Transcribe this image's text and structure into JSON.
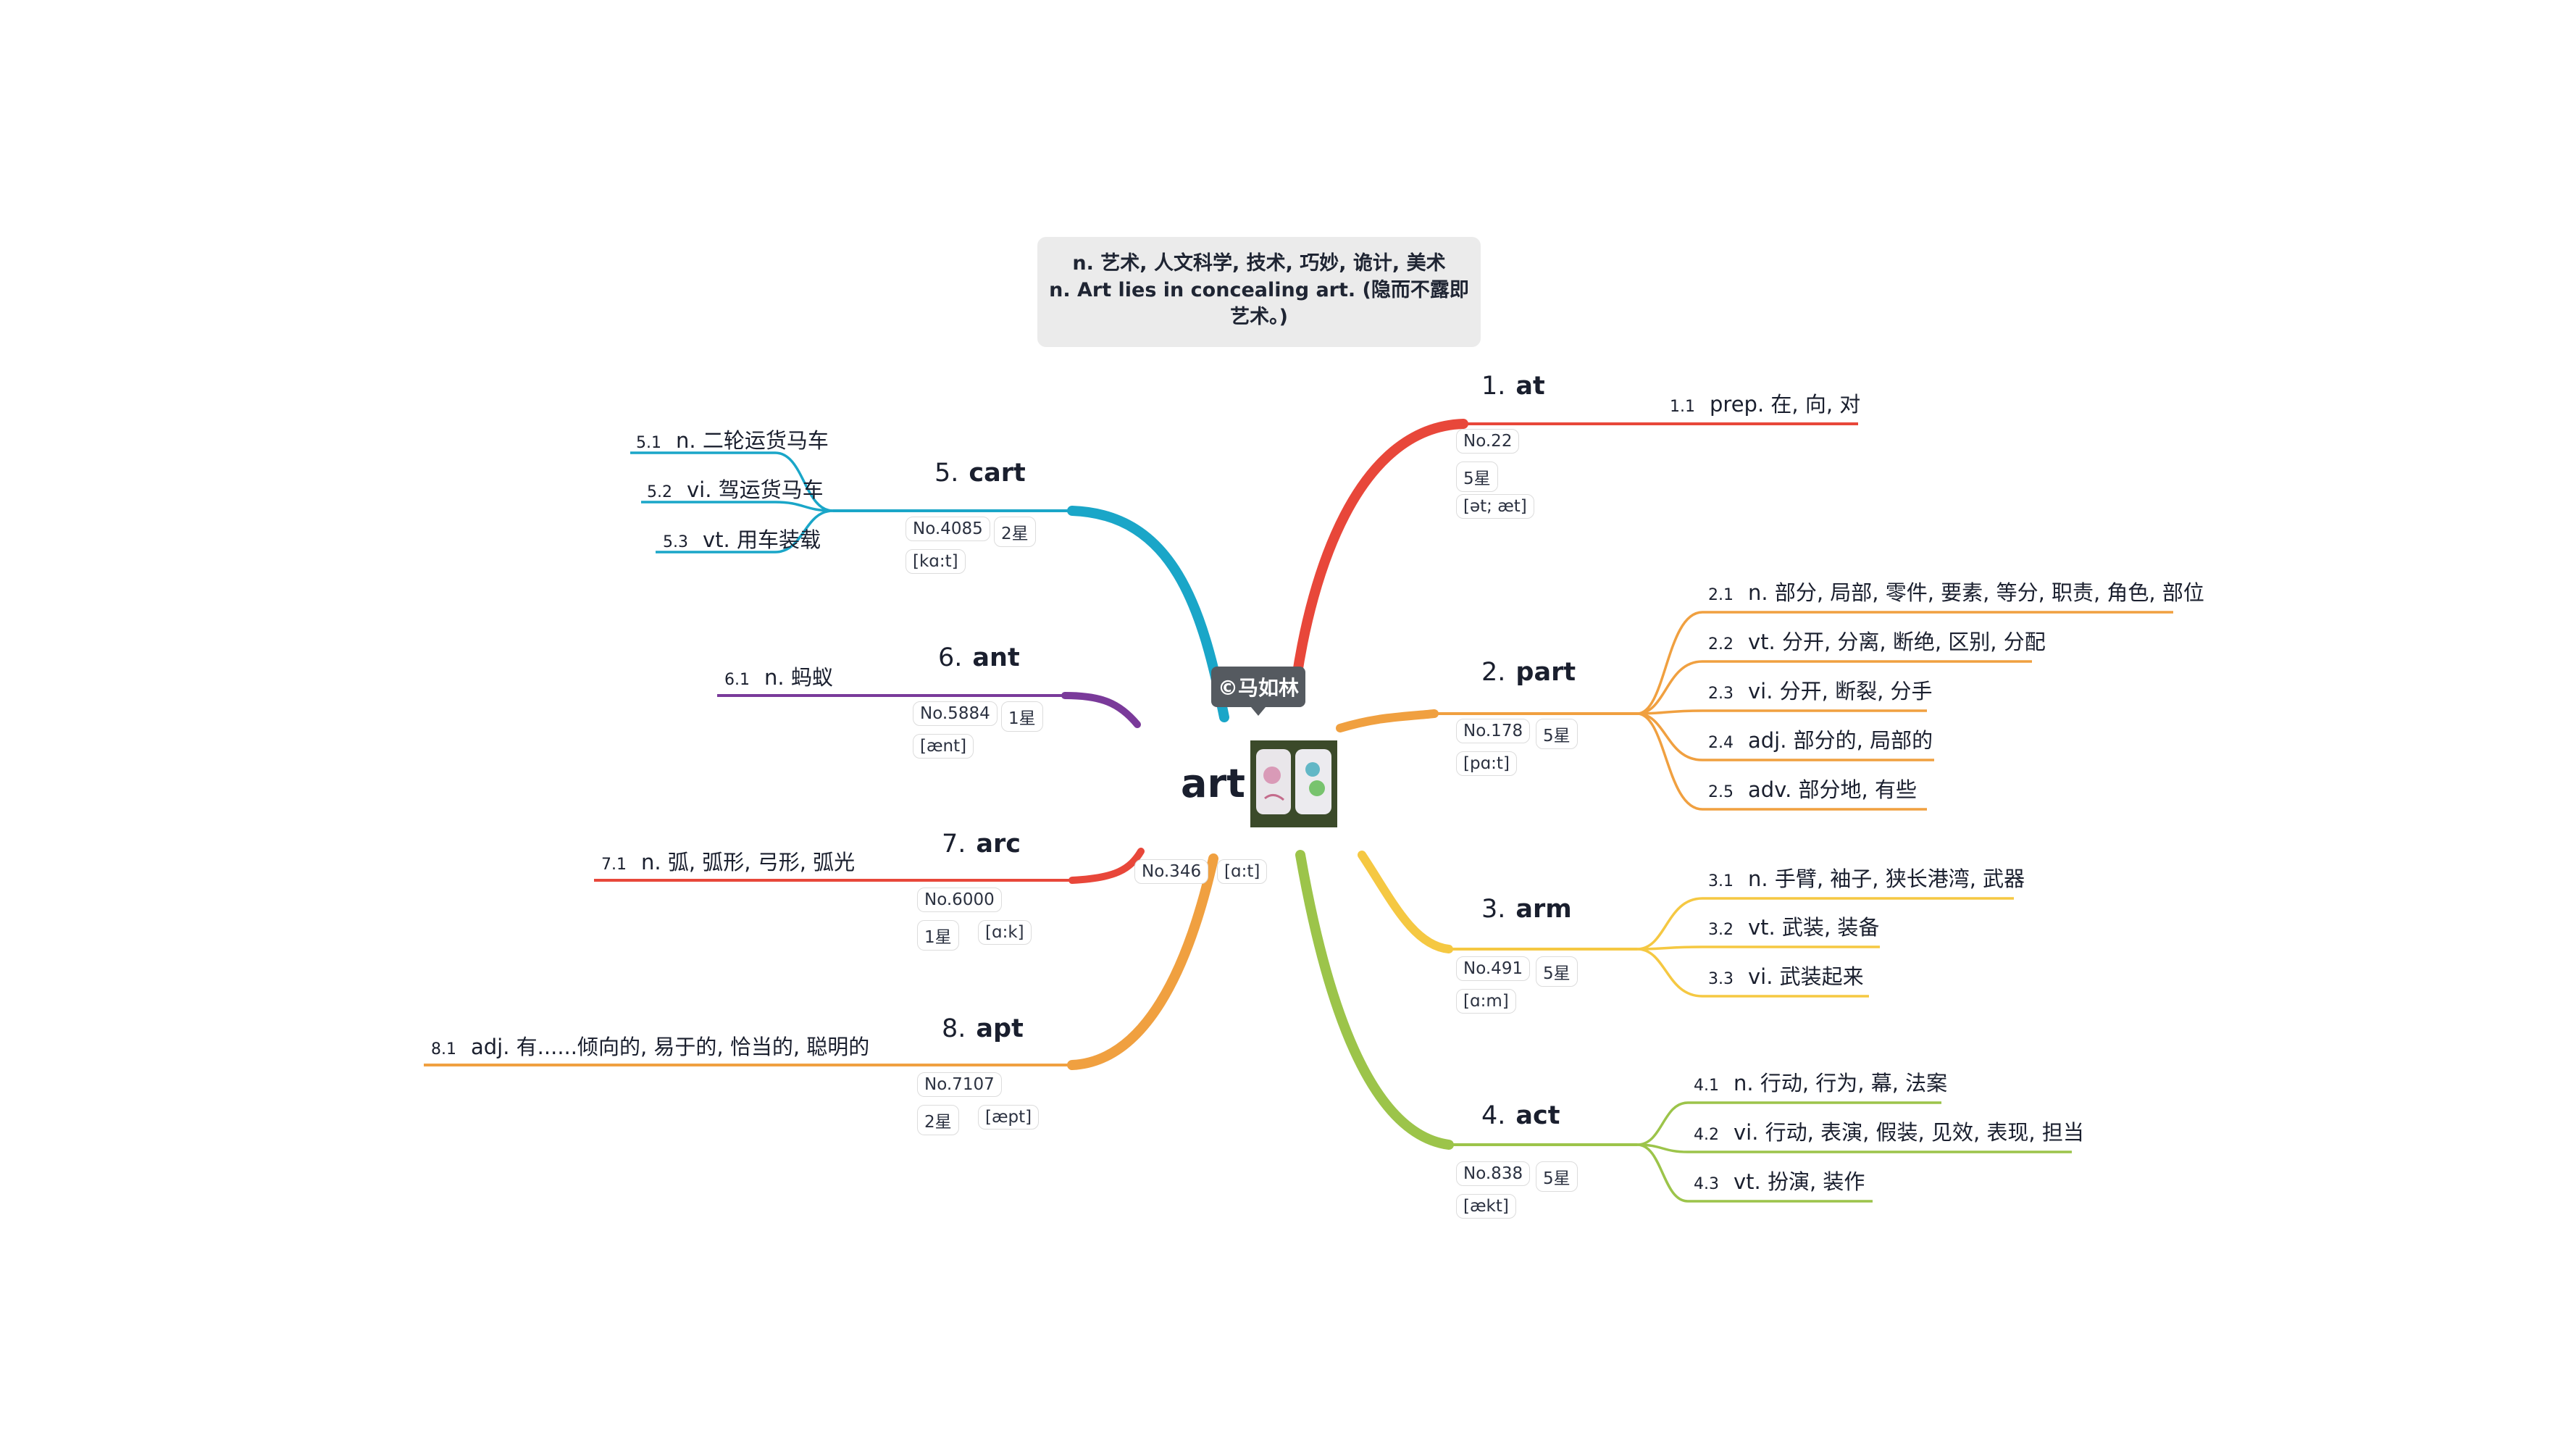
{
  "note": {
    "line1": "n. 艺术, 人文科学, 技术, 巧妙, 诡计, 美术",
    "line2": "n. Art lies in concealing art. (隐而不露即艺术。)"
  },
  "root": {
    "word": "art",
    "copyright": "©马如林",
    "tags": [
      "No.346",
      "[ɑ:t]"
    ]
  },
  "branches": [
    {
      "num": "1.",
      "word": "at",
      "color": "#e8473a",
      "tags": [
        "No.22",
        "5星",
        "[ət; æt]"
      ],
      "defs": [
        {
          "idx": "1.1",
          "text": "prep. 在, 向, 对"
        }
      ]
    },
    {
      "num": "2.",
      "word": "part",
      "color": "#f0a040",
      "tags": [
        "No.178",
        "5星",
        "[pɑ:t]"
      ],
      "defs": [
        {
          "idx": "2.1",
          "text": "n. 部分, 局部, 零件, 要素, 等分, 职责, 角色, 部位"
        },
        {
          "idx": "2.2",
          "text": "vt. 分开, 分离, 断绝, 区别, 分配"
        },
        {
          "idx": "2.3",
          "text": "vi. 分开, 断裂, 分手"
        },
        {
          "idx": "2.4",
          "text": "adj. 部分的, 局部的"
        },
        {
          "idx": "2.5",
          "text": "adv. 部分地, 有些"
        }
      ]
    },
    {
      "num": "3.",
      "word": "arm",
      "color": "#f5c842",
      "tags": [
        "No.491",
        "5星",
        "[ɑ:m]"
      ],
      "defs": [
        {
          "idx": "3.1",
          "text": "n. 手臂, 袖子, 狭长港湾, 武器"
        },
        {
          "idx": "3.2",
          "text": "vt. 武装, 装备"
        },
        {
          "idx": "3.3",
          "text": "vi. 武装起来"
        }
      ]
    },
    {
      "num": "4.",
      "word": "act",
      "color": "#9cc44a",
      "tags": [
        "No.838",
        "5星",
        "[ækt]"
      ],
      "defs": [
        {
          "idx": "4.1",
          "text": "n. 行动, 行为, 幕, 法案"
        },
        {
          "idx": "4.2",
          "text": "vi. 行动, 表演, 假装, 见效, 表现, 担当"
        },
        {
          "idx": "4.3",
          "text": "vt. 扮演, 装作"
        }
      ]
    },
    {
      "num": "5.",
      "word": "cart",
      "color": "#1aa6c8",
      "tags": [
        "No.4085",
        "2星",
        "[kɑ:t]"
      ],
      "defs": [
        {
          "idx": "5.1",
          "text": "n. 二轮运货马车"
        },
        {
          "idx": "5.2",
          "text": "vi. 驾运货马车"
        },
        {
          "idx": "5.3",
          "text": "vt. 用车装载"
        }
      ]
    },
    {
      "num": "6.",
      "word": "ant",
      "color": "#7a3a9a",
      "tags": [
        "No.5884",
        "1星",
        "[ænt]"
      ],
      "defs": [
        {
          "idx": "6.1",
          "text": "n. 蚂蚁"
        }
      ]
    },
    {
      "num": "7.",
      "word": "arc",
      "color": "#e8473a",
      "tags": [
        "No.6000",
        "1星",
        "[ɑ:k]"
      ],
      "defs": [
        {
          "idx": "7.1",
          "text": "n. 弧, 弧形, 弓形, 弧光"
        }
      ]
    },
    {
      "num": "8.",
      "word": "apt",
      "color": "#f0a040",
      "tags": [
        "No.7107",
        "2星",
        "[æpt]"
      ],
      "defs": [
        {
          "idx": "8.1",
          "text": "adj. 有......倾向的, 易于的, 恰当的, 聪明的"
        }
      ]
    }
  ]
}
